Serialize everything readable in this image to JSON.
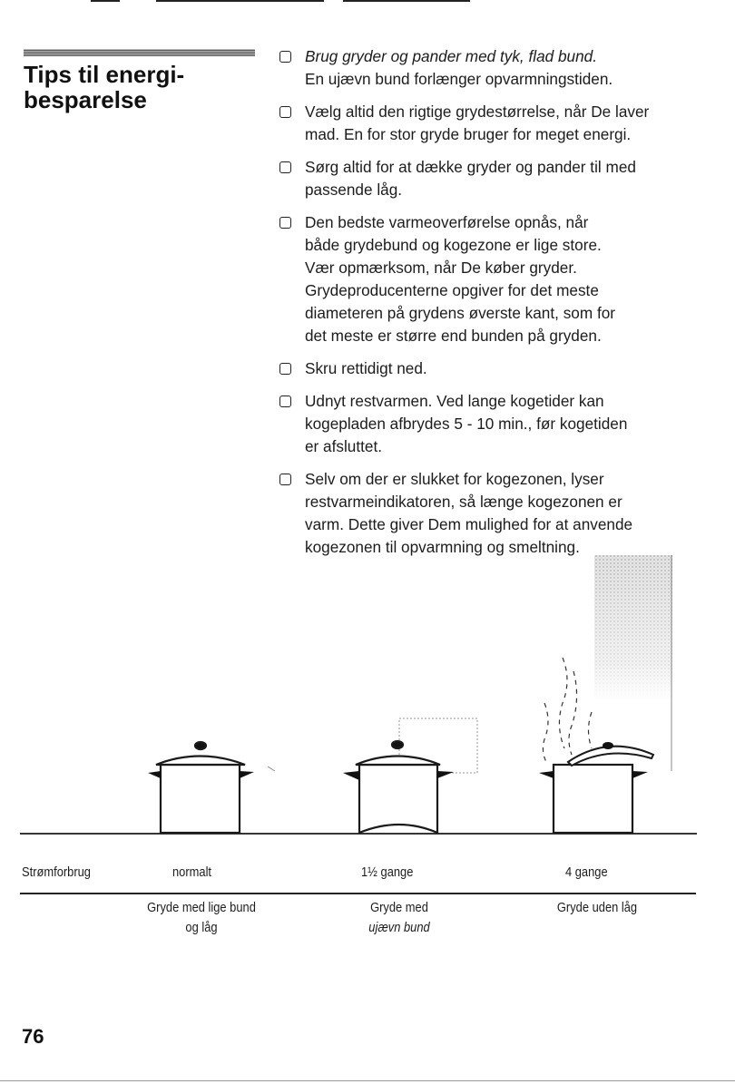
{
  "heading": {
    "line1": "Tips til energi-",
    "line2": "besparelse"
  },
  "tips": [
    {
      "lines": [
        "Brug gryder og pander med tyk, flad bund.",
        "En ujævn bund forlænger opvarmningstiden."
      ]
    },
    {
      "lines": [
        "Vælg altid den rigtige grydestørrelse, når De laver",
        "mad. En for stor gryde bruger for meget energi."
      ]
    },
    {
      "lines": [
        "Sørg altid for at dække gryder og pander til med",
        "passende låg."
      ]
    },
    {
      "lines": [
        "Den bedste varmeoverførelse opnås, når",
        "både grydebund og kogezone er lige store.",
        "Vær opmærksom, når De køber gryder.",
        "Grydeproducenterne opgiver for det meste",
        "diameteren på grydens øverste kant, som for",
        "det meste er større end bunden på gryden."
      ]
    },
    {
      "lines": [
        "Skru rettidigt ned."
      ]
    },
    {
      "lines": [
        "Udnyt restvarmen. Ved lange kogetider kan",
        "kogepladen afbrydes 5 - 10 min., før kogetiden",
        "er afsluttet."
      ]
    },
    {
      "lines": [
        "Selv om der er slukket for kogezonen, lyser",
        "restvarmeindikatoren, så længe kogezonen er",
        "varm. Dette giver Dem mulighed for at anvende",
        "kogezonen til opvarmning og smeltning."
      ]
    }
  ],
  "consumption": {
    "label": "Strømforbrug",
    "values": [
      "normalt",
      "1½ gange",
      "4 gange"
    ]
  },
  "pots": [
    {
      "lines": [
        "Gryde med lige bund",
        "og låg"
      ]
    },
    {
      "lines": [
        "Gryde med",
        "ujævn bund"
      ]
    },
    {
      "lines": [
        "Gryde uden låg"
      ]
    }
  ],
  "page_number": "76"
}
